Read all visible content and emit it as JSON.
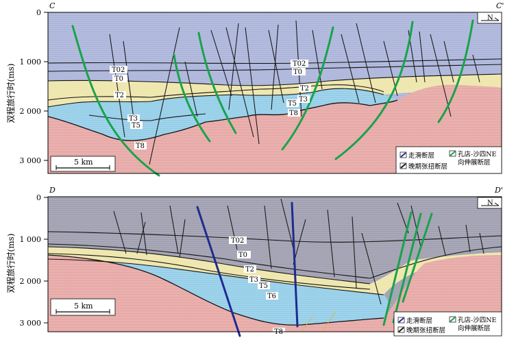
{
  "panels": [
    {
      "id": "top",
      "left_label": "C",
      "right_label": "C'",
      "north_label": "N",
      "scale_label": "5 km",
      "y_axis_title": "双程旅行时(ms)",
      "y_ticks": [
        "0",
        "1 000",
        "2 000",
        "3 000"
      ],
      "horizons": [
        "T02",
        "T0",
        "T2",
        "T3",
        "T5",
        "T8",
        "T02",
        "T0",
        "T2",
        "T3",
        "T5",
        "T8"
      ],
      "legend": {
        "strike_slip": "走滑断层",
        "extension_twist": "晚期张扭断层",
        "kongdian_line1": "孔店-沙四NE",
        "kongdian_line2": "向伸展断层"
      }
    },
    {
      "id": "bottom",
      "left_label": "D",
      "right_label": "D'",
      "north_label": "N",
      "scale_label": "5 km",
      "y_axis_title": "双程旅行时(ms)",
      "y_ticks": [
        "0",
        "1 000",
        "2 000",
        "3 000"
      ],
      "horizons": [
        "T02",
        "T0",
        "T2",
        "T3",
        "T5",
        "T6",
        "T8"
      ],
      "legend": {
        "strike_slip": "走滑断层",
        "extension_twist": "晚期张扭断层",
        "kongdian_line1": "孔店-沙四NE",
        "kongdian_line2": "向伸展断层"
      }
    }
  ],
  "colors": {
    "upper_section": "#b4bde0",
    "upper_section_dark": "#a9a9b9",
    "yellow_unit": "#efe7b0",
    "blue_unit": "#9fd4ec",
    "basement": "#eab0ae",
    "strike_slip_fault": "#1f2a8f",
    "extension_fault": "#1a1a1a",
    "kongdian_fault": "#1aa24a"
  }
}
